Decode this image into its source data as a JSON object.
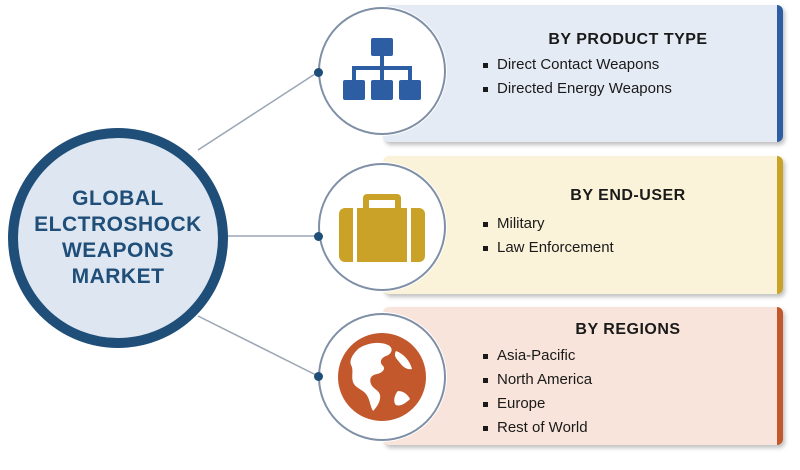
{
  "center": {
    "title_lines": [
      "GLOBAL",
      "ELCTROSHOCK",
      "WEAPONS",
      "MARKET"
    ]
  },
  "segments": [
    {
      "title": "BY PRODUCT TYPE",
      "icon": "hierarchy-icon",
      "accent": "#2d5ea3",
      "items": [
        "Direct Contact Weapons",
        "Directed Energy Weapons"
      ]
    },
    {
      "title": "BY END-USER",
      "icon": "briefcase-icon",
      "accent": "#c9a227",
      "items": [
        "Military",
        "Law Enforcement"
      ]
    },
    {
      "title": "BY REGIONS",
      "icon": "globe-icon",
      "accent": "#c2582c",
      "items": [
        "Asia-Pacific",
        "North America",
        "Europe",
        "Rest of World"
      ]
    }
  ],
  "colors": {
    "center_border": "#1f4e79",
    "center_fill": "#dde6f1",
    "connector": "#9aa5b5"
  }
}
